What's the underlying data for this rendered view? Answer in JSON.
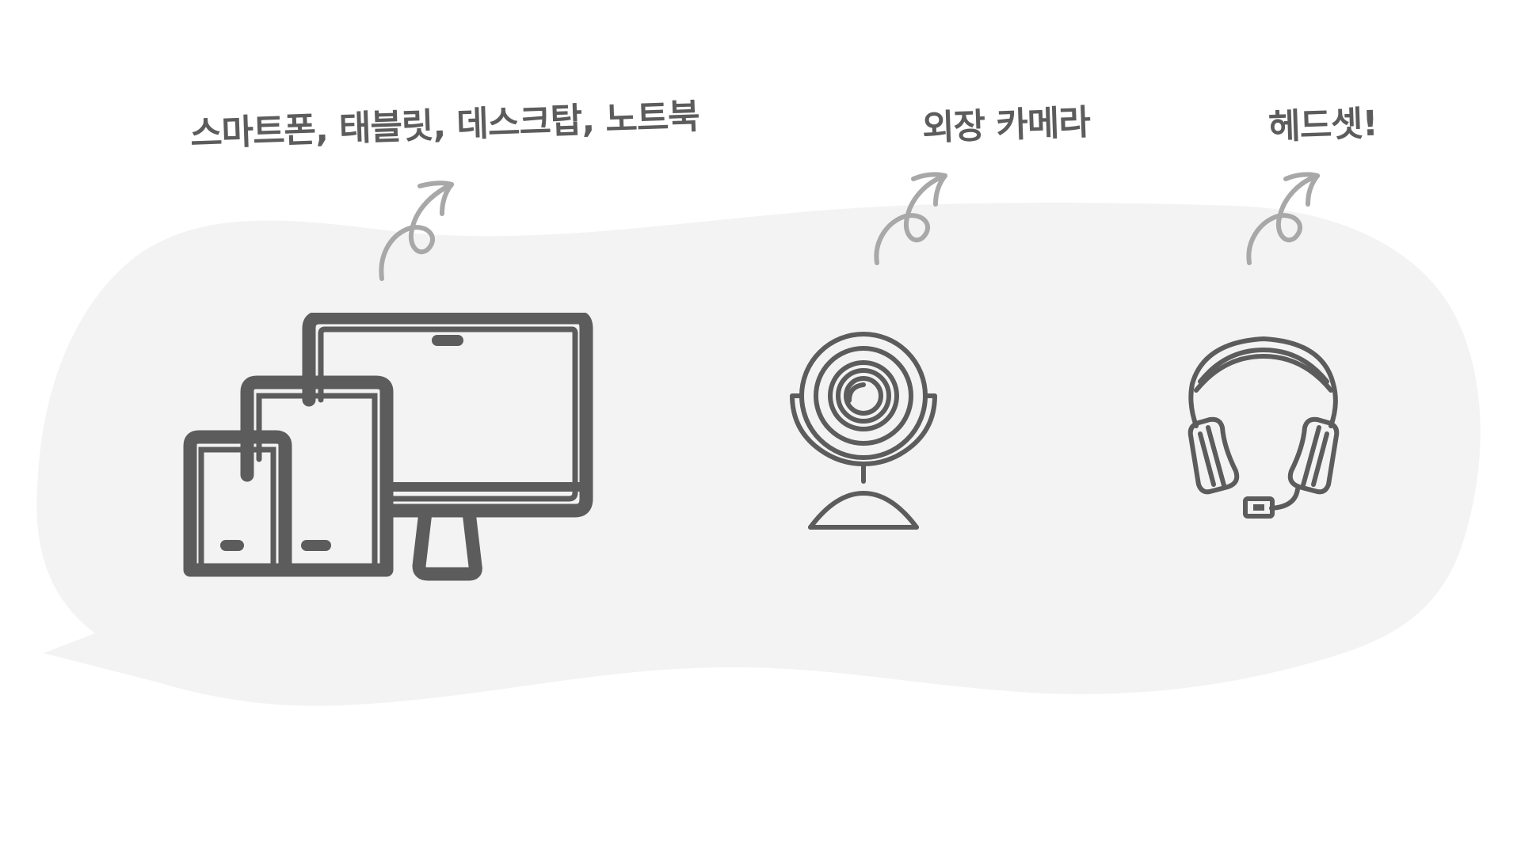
{
  "colors": {
    "background": "#ffffff",
    "blob": "#f3f3f3",
    "icon_stroke": "#5c5c5c",
    "arrow_stroke": "#a8a8a8",
    "label_text": "#5c5c5c"
  },
  "labels": {
    "devices": "스마트폰, 태블릿, 데스크탑, 노트북",
    "camera": "외장 카메라",
    "headset": "헤드셋!"
  },
  "icons": {
    "devices": "devices-icon",
    "camera": "webcam-icon",
    "headset": "headset-icon"
  }
}
